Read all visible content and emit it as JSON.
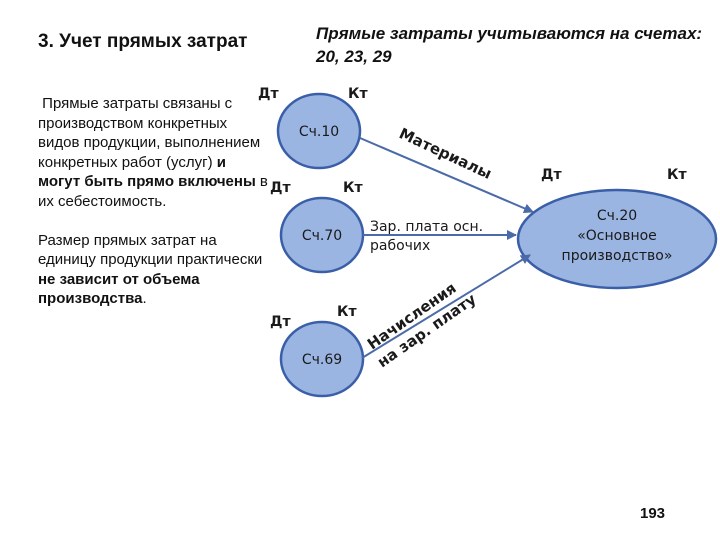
{
  "slide": {
    "title": "3. Учет прямых затрат",
    "subtitle": "Прямые затраты учитываются на счетах: 20, 23, 29",
    "page_number": "193",
    "body": {
      "p1_a": "Прямые затраты связаны с производством конкретных видов продукции, выполнением конкретных работ (услуг) ",
      "p1_b_bold": "и могут быть прямо включены",
      "p1_c": " в их себестоимость.",
      "p2_a": "Размер прямых затрат на единицу продукции практически ",
      "p2_b_bold": "не зависит от объема производства",
      "p2_c": "."
    }
  },
  "diagram": {
    "colors": {
      "node_fill": "#9bb5e3",
      "node_stroke": "#3a5fa8",
      "arrow": "#4a6aa8"
    },
    "nodes": {
      "acc10": {
        "label": "Сч.10",
        "debit": "Дт",
        "credit": "Кт"
      },
      "acc70": {
        "label": "Сч.70",
        "debit": "Дт",
        "credit": "Кт"
      },
      "acc69": {
        "label": "Сч.69",
        "debit": "Дт",
        "credit": "Кт"
      },
      "acc20": {
        "label_line1": "Сч.20",
        "label_line2": "«Основное",
        "label_line3": "производство»",
        "debit": "Дт",
        "credit": "Кт"
      }
    },
    "flows": {
      "materials": "Материалы",
      "wages_line1": "Зар. плата осн.",
      "wages_line2": "рабочих",
      "accruals_line1": "Начисления",
      "accruals_line2": "на зар. плату"
    }
  }
}
